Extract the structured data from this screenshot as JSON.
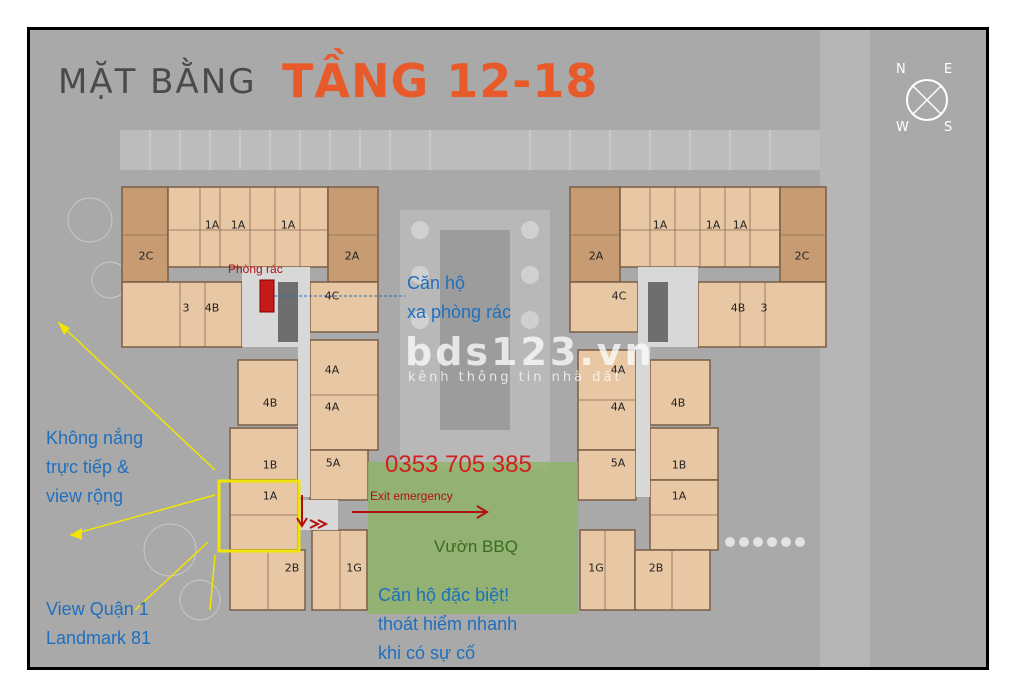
{
  "title": {
    "prefix": "MẶT BẰNG",
    "floors": "TẦNG 12-18"
  },
  "compass": {
    "n": "N",
    "e": "E",
    "w": "W",
    "s": "S"
  },
  "units": {
    "l_1a_a": "1A",
    "l_1a_b": "1A",
    "l_1a_c": "1A",
    "l_2c": "2C",
    "l_2a": "2A",
    "l_3": "3",
    "l_4b_top": "4B",
    "l_4c": "4C",
    "l_4b_mid": "4B",
    "l_4a_a": "4A",
    "l_4a_b": "4A",
    "l_1b": "1B",
    "l_5a": "5A",
    "l_1a_sel": "1A",
    "l_2b": "2B",
    "l_1g": "1G",
    "r_1a_a": "1A",
    "r_1a_b": "1A",
    "r_1a_c": "1A",
    "r_2a": "2A",
    "r_2c": "2C",
    "r_4c": "4C",
    "r_4b_top": "4B",
    "r_3": "3",
    "r_4a_a": "4A",
    "r_4b_mid": "4B",
    "r_4a_b": "4A",
    "r_5a": "5A",
    "r_1b": "1B",
    "r_1a": "1A",
    "r_1g": "1G",
    "r_2b": "2B"
  },
  "annotations": {
    "trash_room": "Phòng rác",
    "far_from_trash_1": "Căn hộ",
    "far_from_trash_2": "xa phòng rác",
    "no_sun_1": "Không nắng",
    "no_sun_2": "trực tiếp &",
    "no_sun_3": "view rộng",
    "view_1": "View Quận 1",
    "view_2": "Landmark 81",
    "phone": "0353 705 385",
    "exit": "Exit emergency",
    "garden": "Vườn BBQ",
    "special_1": "Căn hộ đặc biệt!",
    "special_2": "thoát hiểm nhanh",
    "special_3": "khi có sự cố"
  },
  "watermark": {
    "main": "bds123.vn",
    "sub": "kênh thông tin nhà đất"
  },
  "colors": {
    "title_accent": "#e85a2a",
    "note_blue": "#1f6fbf",
    "phone_red": "#d0201c",
    "unit_fill": "#e8c7a4",
    "garden_green": "#8fb36a",
    "highlight_yellow": "#f2e600"
  }
}
